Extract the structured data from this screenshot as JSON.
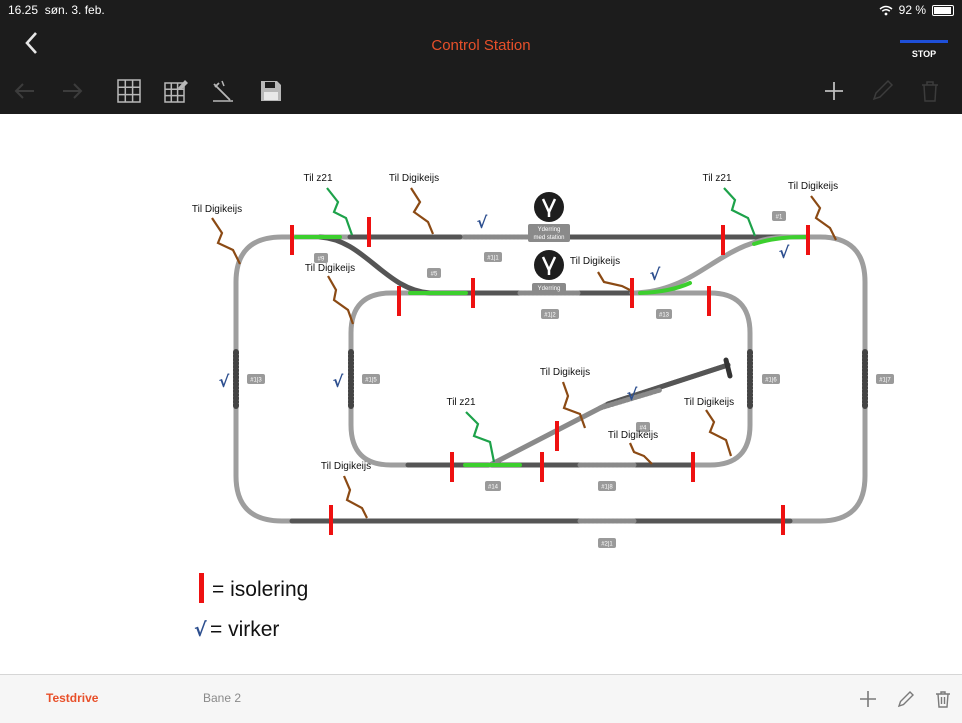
{
  "status_bar": {
    "time": "16.25",
    "date": "søn. 3. feb.",
    "battery": "92 %",
    "battery_level": 0.92
  },
  "header": {
    "title": "Control Station",
    "stop_label": "STOP",
    "stop_color": "#1e4fd8",
    "accent": "#e8502a"
  },
  "toolbar": {
    "icons": [
      "arrow-left-icon",
      "arrow-right-icon",
      "grid-icon",
      "grid-edit-icon",
      "ruler-icon",
      "save-icon",
      "plus-icon",
      "pencil-icon",
      "trash-icon"
    ]
  },
  "diagram": {
    "labels": {
      "til_z21": "Til z21",
      "til_digikeijs": "Til Digikeijs"
    },
    "track_ids": {
      "t1": "#1",
      "t9": "#9",
      "t5": "#5",
      "t11": "#1|1",
      "t12": "#1|2",
      "t13": "#13",
      "t13b": "#1|3",
      "t15": "#1|5",
      "t16": "#1|6",
      "t17": "#1|7",
      "t14": "#14",
      "t18": "#1|8",
      "t21": "#2|1",
      "t4": "#4"
    },
    "signals": [
      {
        "caption": "Yderring med station"
      },
      {
        "caption": "Yderring"
      }
    ],
    "check_mark": "√",
    "colors": {
      "isolation": "#ee1111",
      "green": "#3ccf2e",
      "brown": "#8b4a14",
      "track_dark": "#555555",
      "track_light": "#9e9e9e"
    }
  },
  "legend": {
    "isolation_text": "= isolering",
    "works_symbol": "√",
    "works_text": "= virker"
  },
  "bottom_bar": {
    "tab_active": "Testdrive",
    "tab_inactive": "Bane 2"
  }
}
